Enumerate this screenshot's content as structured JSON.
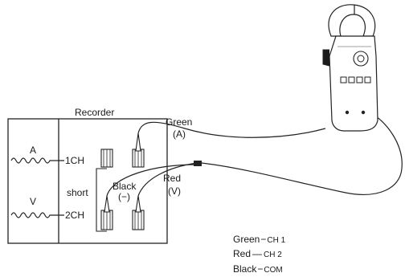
{
  "recorder": {
    "title": "Recorder",
    "ch1_label": "1CH",
    "ch2_label": "2CH",
    "signal_a": "A",
    "signal_v": "V",
    "short_label": "short",
    "black_label": "Black",
    "black_sign": "(−)"
  },
  "leads": {
    "green_name": "Green",
    "green_sub": "(A)",
    "red_name": "Red",
    "red_sub": "(V)"
  },
  "legend": {
    "rows": [
      {
        "color": "Green",
        "sep": "−",
        "channel": "CH 1"
      },
      {
        "color": "Red",
        "sep": "—",
        "channel": "CH 2"
      },
      {
        "color": "Black",
        "sep": "−",
        "channel": "COM"
      }
    ]
  }
}
